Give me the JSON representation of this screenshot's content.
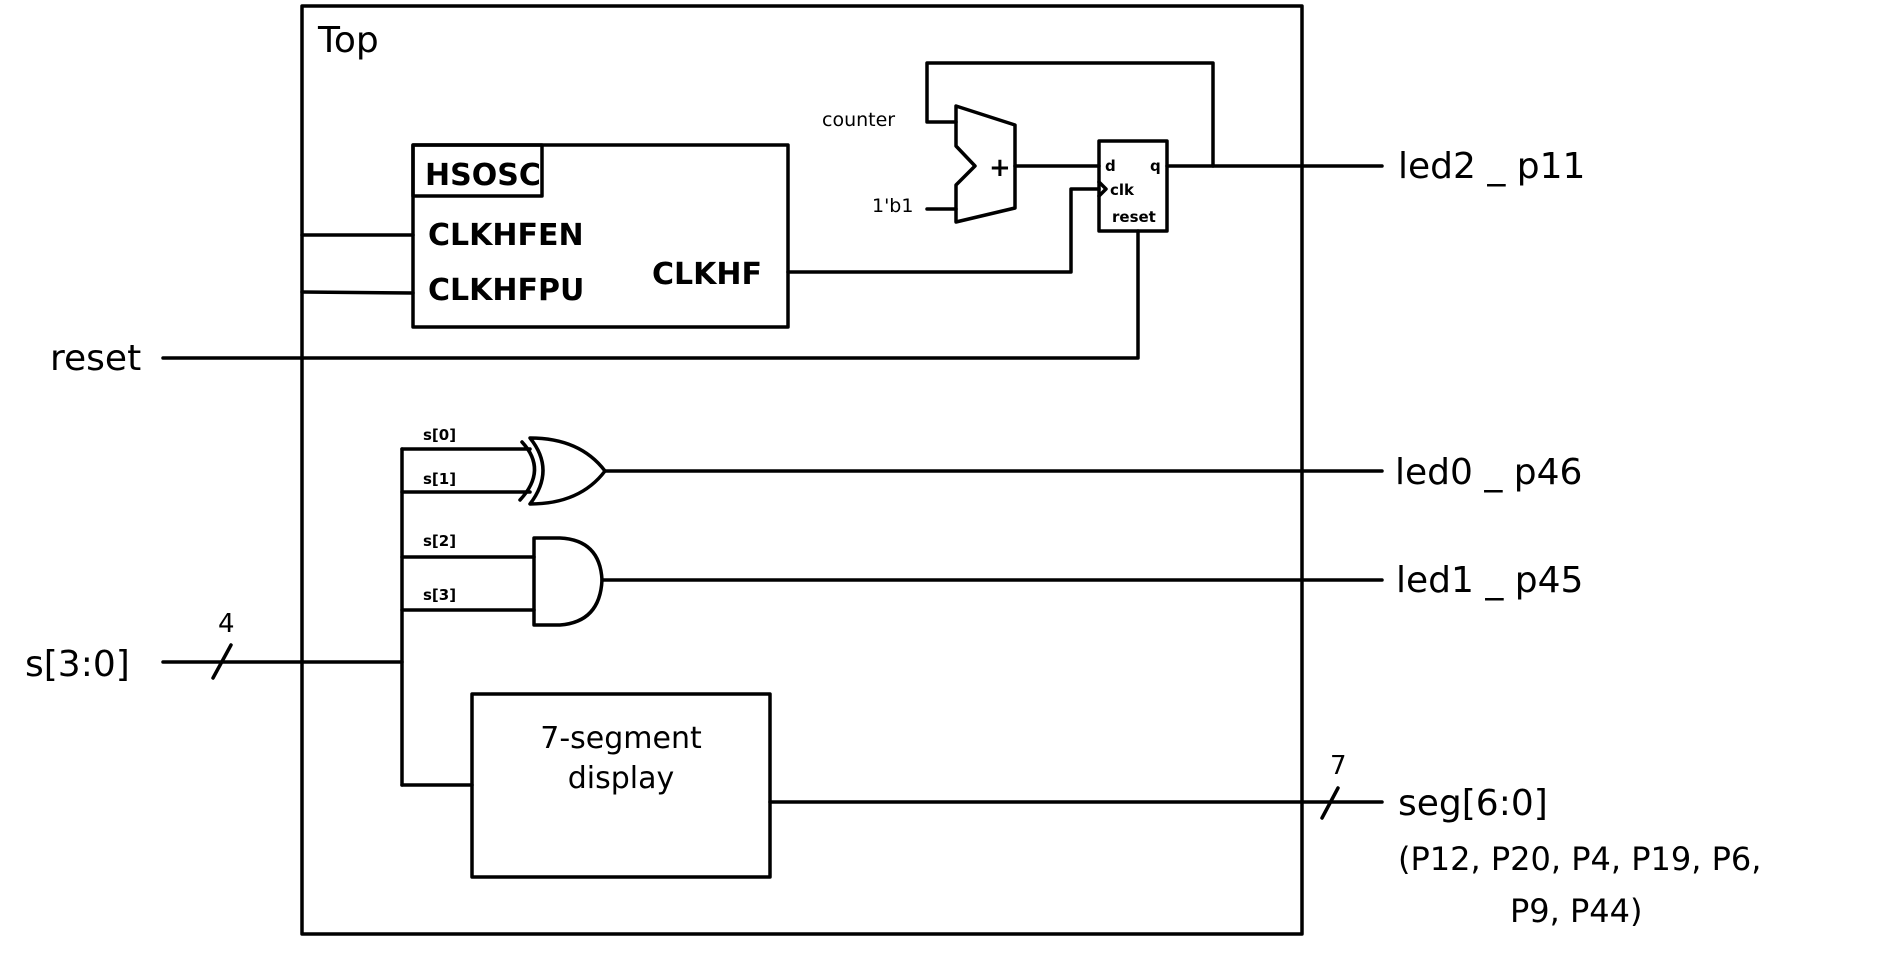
{
  "diagram": {
    "module_title": "Top",
    "oscillator": {
      "name": "HSOSC",
      "inputs": [
        "CLKHFEN",
        "CLKHFPU"
      ],
      "output": "CLKHF"
    },
    "adder": {
      "symbol": "+",
      "inputs": [
        "counter",
        "1'b1"
      ]
    },
    "flip_flop": {
      "ports": {
        "d": "d",
        "q": "q",
        "clk": "clk",
        "reset": "reset"
      }
    },
    "inputs": {
      "reset": "reset",
      "switches": "s[3:0]",
      "switches_width": "4"
    },
    "gates": {
      "xor_inputs": [
        "s[0]",
        "s[1]"
      ],
      "and_inputs": [
        "s[2]",
        "s[3]"
      ]
    },
    "seven_segment": {
      "line1": "7-segment",
      "line2": "display"
    },
    "outputs": {
      "led2": "led2 _ p11",
      "led0": "led0 _ p46",
      "led1": "led1 _ p45",
      "seg": "seg[6:0]",
      "seg_width": "7",
      "seg_pins_line1": "(P12, P20, P4, P19, P6,",
      "seg_pins_line2": "P9, P44)"
    }
  }
}
